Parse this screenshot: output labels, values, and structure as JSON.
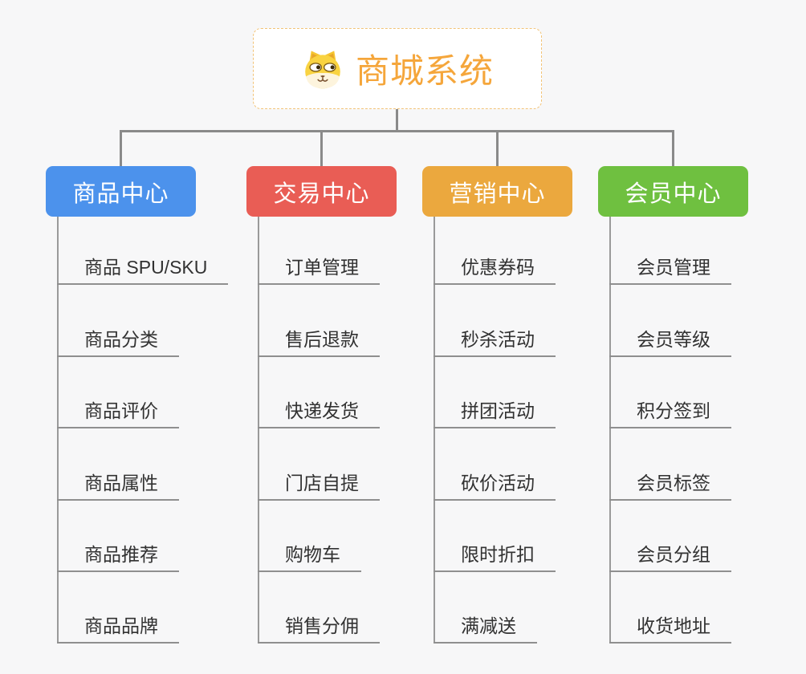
{
  "root": {
    "label": "商城系统",
    "icon": "shiba-dog-face-icon",
    "text_color": "#f5a63b",
    "border_color": "#f2c377"
  },
  "connector_color": "#8a8a8a",
  "branches": [
    {
      "label": "商品中心",
      "color": "#4C92EC",
      "items": [
        "商品 SPU/SKU",
        "商品分类",
        "商品评价",
        "商品属性",
        "商品推荐",
        "商品品牌"
      ]
    },
    {
      "label": "交易中心",
      "color": "#E95D55",
      "items": [
        "订单管理",
        "售后退款",
        "快递发货",
        "门店自提",
        "购物车",
        "销售分佣"
      ]
    },
    {
      "label": "营销中心",
      "color": "#EBA83E",
      "items": [
        "优惠券码",
        "秒杀活动",
        "拼团活动",
        "砍价活动",
        "限时折扣",
        "满减送"
      ]
    },
    {
      "label": "会员中心",
      "color": "#6FC040",
      "items": [
        "会员管理",
        "会员等级",
        "积分签到",
        "会员标签",
        "会员分组",
        "收货地址"
      ]
    }
  ]
}
